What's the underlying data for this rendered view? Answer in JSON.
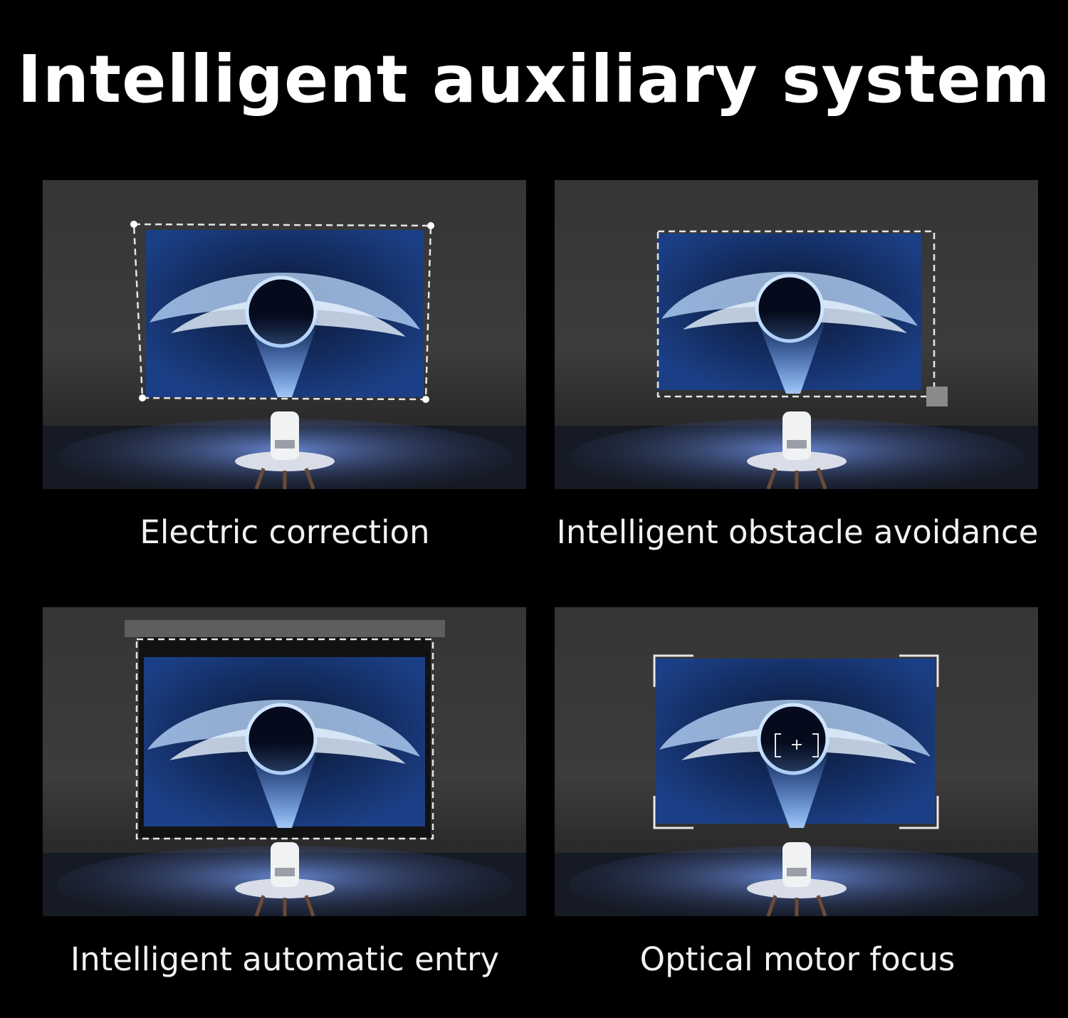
{
  "title": "Intelligent auxiliary system",
  "colors": {
    "background": "#000000",
    "wall": "#3a3a3a",
    "floor_light": "#5a78c8",
    "screen_blue": "#1c3f86"
  },
  "features": [
    {
      "label": "Electric correction",
      "icon": "keystone-correction-frame"
    },
    {
      "label": "Intelligent obstacle avoidance",
      "icon": "obstacle-avoidance-frame"
    },
    {
      "label": "Intelligent automatic entry",
      "icon": "projector-screen-fit-frame"
    },
    {
      "label": "Optical motor focus",
      "icon": "focus-brackets"
    }
  ]
}
